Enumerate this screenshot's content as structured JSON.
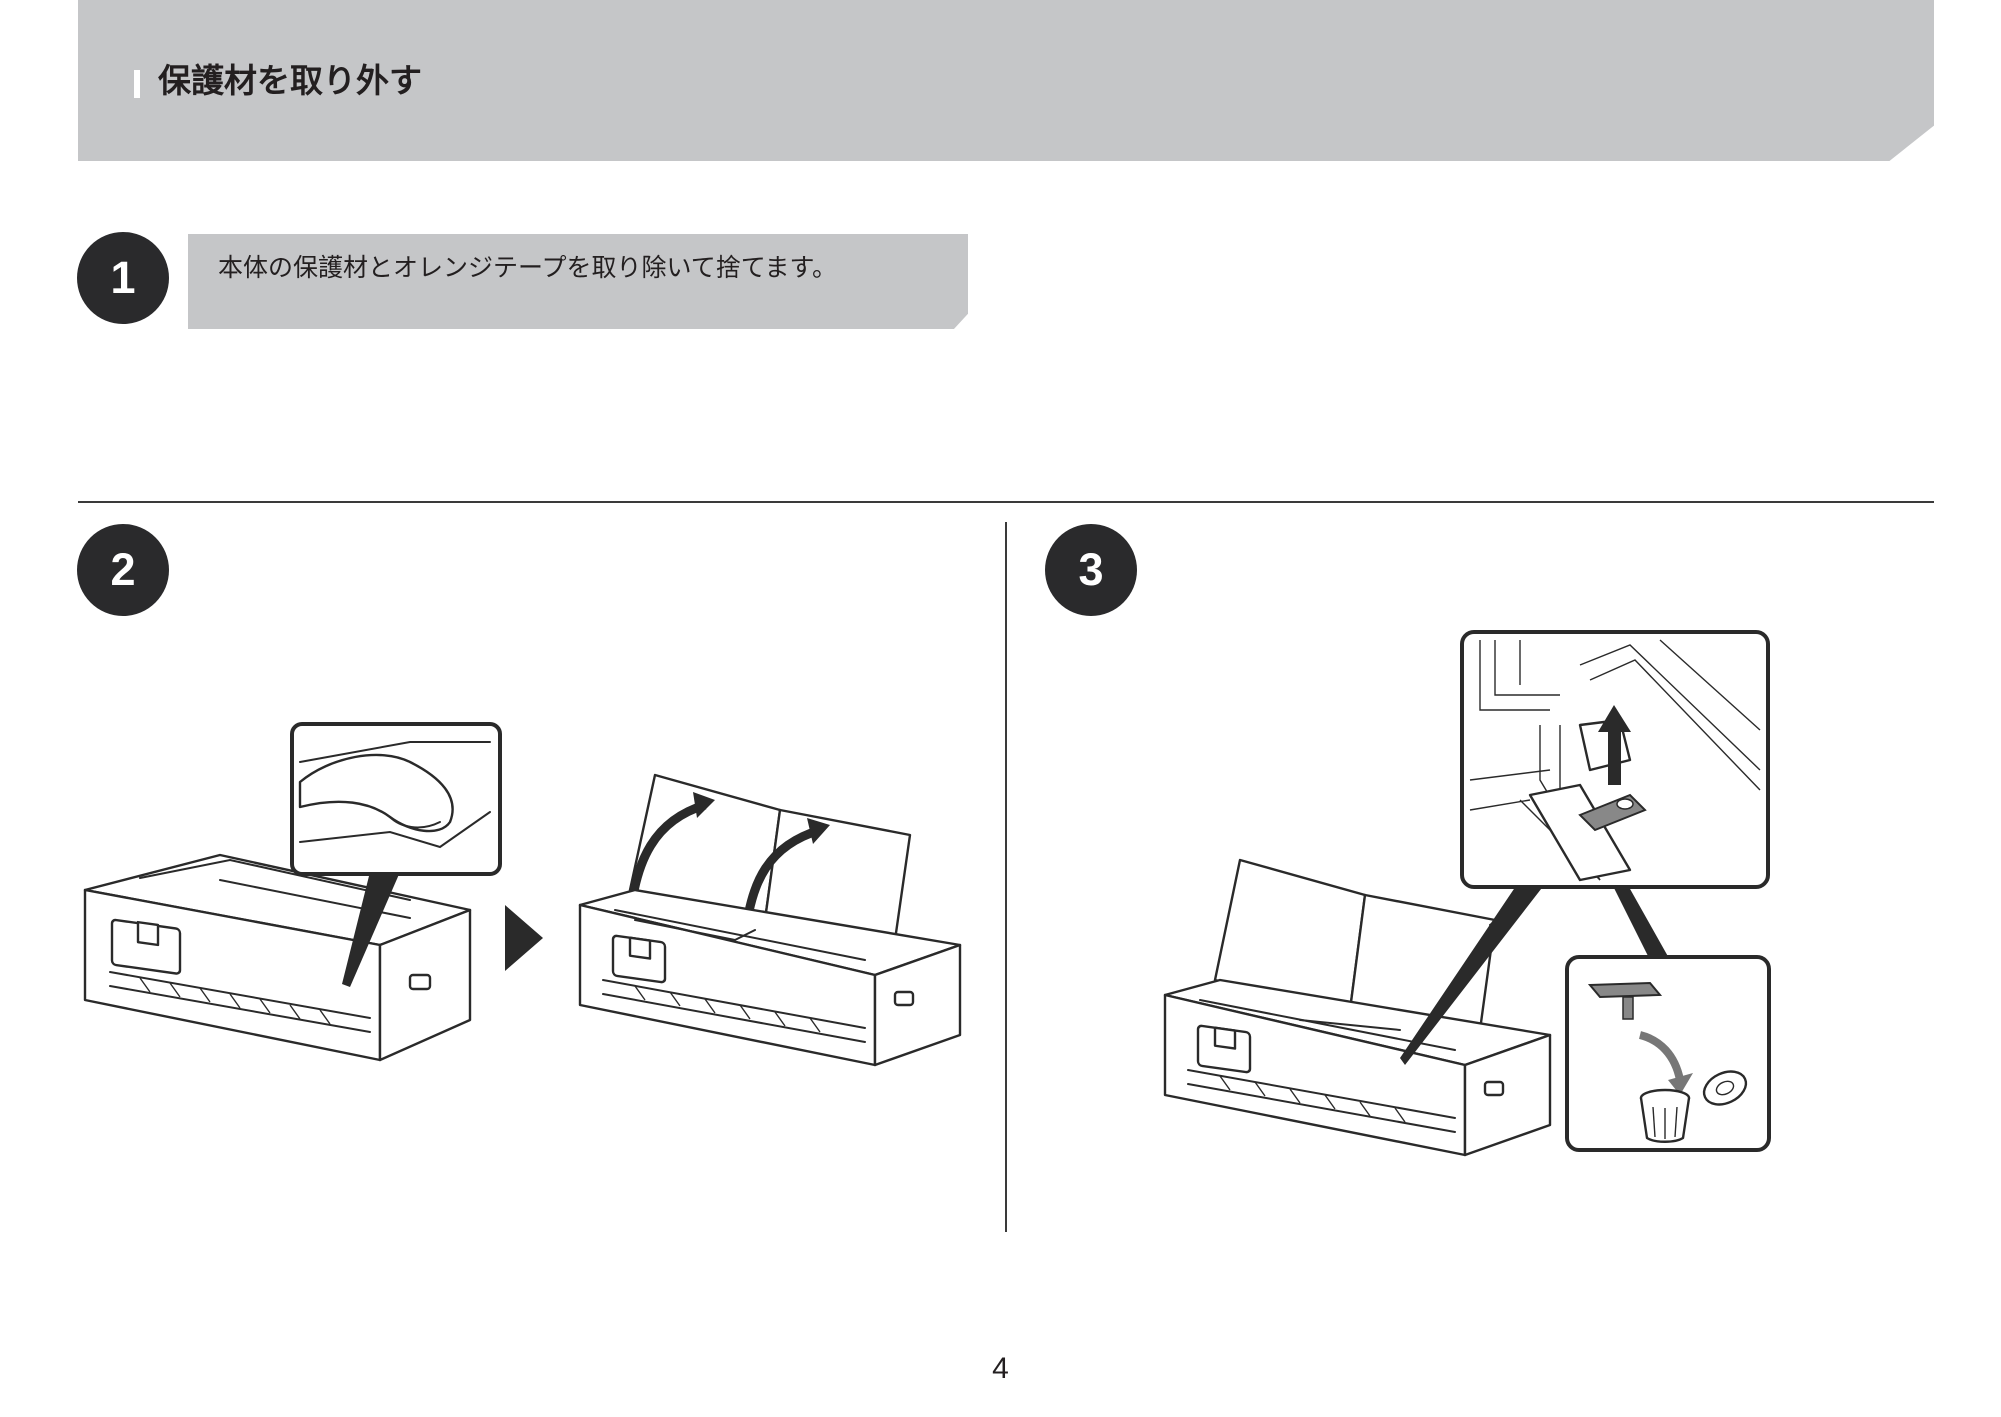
{
  "header": {
    "title": "保護材を取り外す"
  },
  "steps": [
    {
      "number": "1",
      "text": "本体の保護材とオレンジテープを取り除いて捨てます。"
    },
    {
      "number": "2"
    },
    {
      "number": "3"
    }
  ],
  "illustrations": {
    "step2_left": "printer-closed-icon",
    "step2_arrow": "next-arrow-icon",
    "step2_right": "printer-open-icon",
    "step3_main": "printer-open-icon",
    "step3_zoom_top": "protective-material-removal-icon",
    "step3_zoom_bottom": "trash-can-icon"
  },
  "footer": {
    "page_number": "4"
  },
  "colors": {
    "band": "#c5c6c8",
    "circle": "#2a2a2c",
    "text": "#231f20"
  }
}
